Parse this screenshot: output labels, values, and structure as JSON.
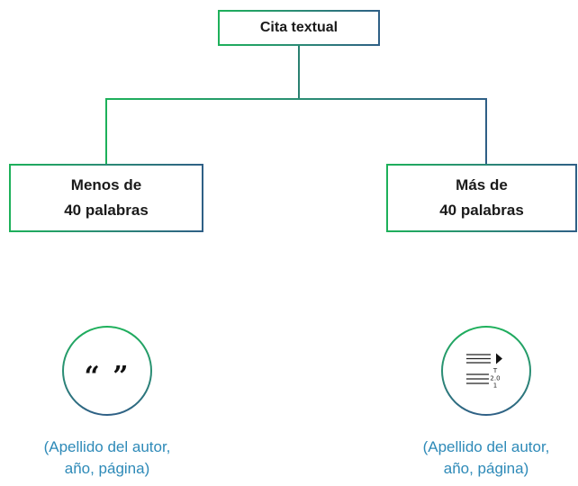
{
  "root": {
    "label": "Cita textual"
  },
  "branches": [
    {
      "line1": "Menos de",
      "line2": "40 palabras",
      "icon": "quote-marks-icon",
      "icon_text": "“ ”",
      "caption_line1": "(Apellido del autor,",
      "caption_line2": "año, página)"
    },
    {
      "line1": "Más de",
      "line2": "40 palabras",
      "icon": "indented-block-icon",
      "icon_text": "",
      "caption_line1": "(Apellido del autor,",
      "caption_line2": "año, página)"
    }
  ],
  "block_icon": {
    "marks": [
      "T",
      "2.0",
      "1"
    ]
  },
  "colors": {
    "green": "#1db15a",
    "teal": "#2a8f73",
    "blue": "#2f5f86",
    "caption": "#2e8ab8"
  }
}
